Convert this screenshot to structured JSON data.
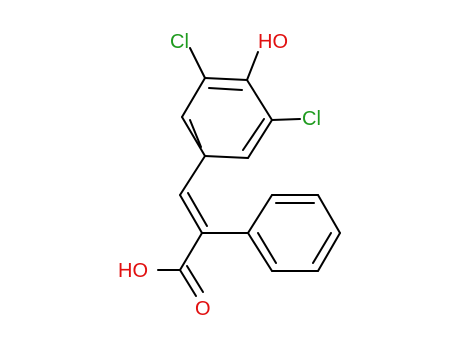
{
  "molecule": {
    "labels": {
      "chlorine_top": "Cl",
      "hydroxyl_top": "HO",
      "chlorine_right": "Cl",
      "acid_oh": "HO",
      "carbonyl_o": "O"
    },
    "colors": {
      "bond": "#000000",
      "chlorine": "#1f9b1f",
      "oxygen": "#e11010"
    }
  }
}
